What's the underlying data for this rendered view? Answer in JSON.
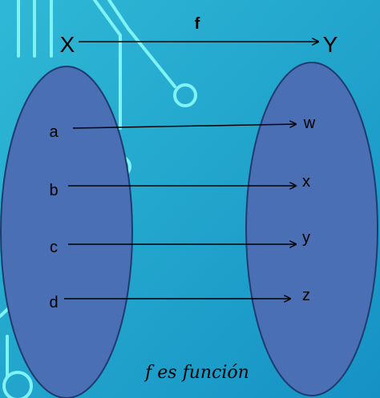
{
  "colors": {
    "background_top": "#2fb8d6",
    "background_bottom": "#1592c4",
    "circuit_line": "#7ff2f6",
    "set_fill": "#4a6fb5",
    "set_stroke": "#1f3a6e",
    "arrow": "#000000",
    "text": "#000000"
  },
  "diagram": {
    "function_label": "f",
    "domain_label": "X",
    "codomain_label": "Y",
    "caption": "f es función",
    "domain_elements": [
      "a",
      "b",
      "c",
      "d"
    ],
    "codomain_elements": [
      "w",
      "x",
      "y",
      "z"
    ],
    "mappings": [
      {
        "from": "a",
        "to": "w"
      },
      {
        "from": "b",
        "to": "x"
      },
      {
        "from": "c",
        "to": "y"
      },
      {
        "from": "d",
        "to": "z"
      }
    ]
  }
}
